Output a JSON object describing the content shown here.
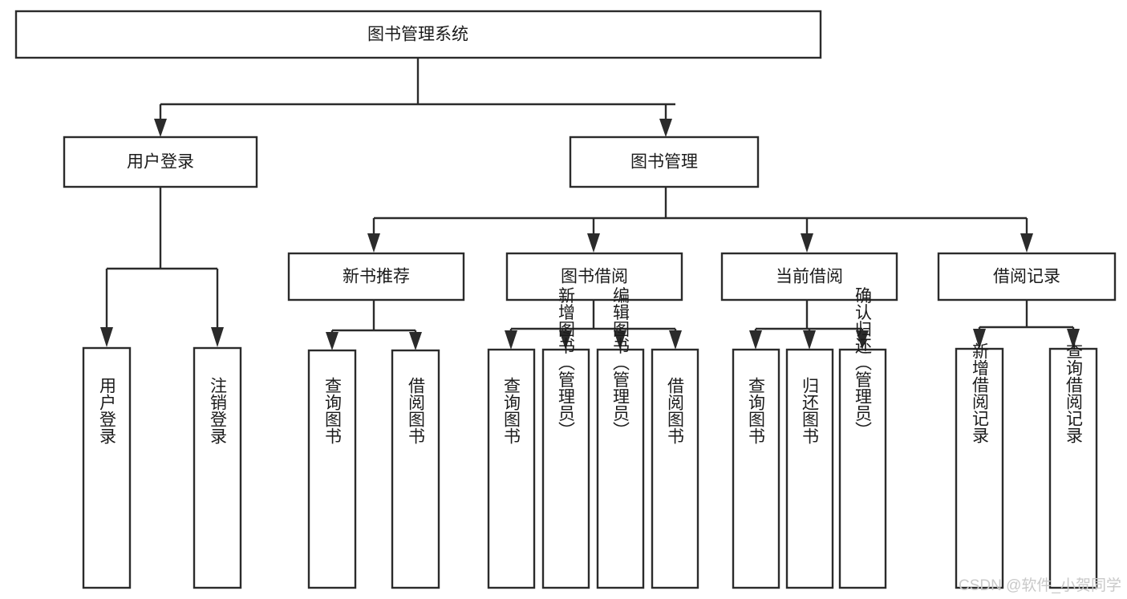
{
  "diagram": {
    "title": "图书管理系统",
    "type": "tree",
    "orientation": "top-down",
    "colors": {
      "background": "#ffffff",
      "box_fill": "#ffffff",
      "box_stroke": "#2b2b2b",
      "text": "#1b1b1b",
      "watermark": "#c9c9c9"
    },
    "root": {
      "label": "图书管理系统"
    },
    "level2": [
      {
        "label": "用户登录"
      },
      {
        "label": "图书管理"
      }
    ],
    "level3": [
      {
        "label": "新书推荐"
      },
      {
        "label": "图书借阅"
      },
      {
        "label": "当前借阅"
      },
      {
        "label": "借阅记录"
      }
    ],
    "leaves": {
      "user_login": [
        {
          "label": "用户登录"
        },
        {
          "label": "注销登录"
        }
      ],
      "new_book_recommend": [
        {
          "label": "查询图书"
        },
        {
          "label": "借阅图书"
        }
      ],
      "book_borrow": [
        {
          "label": "查询图书"
        },
        {
          "label": "新增图书（管理员）"
        },
        {
          "label": "编辑图书（管理员）"
        },
        {
          "label": "借阅图书"
        }
      ],
      "current_borrow": [
        {
          "label": "查询图书"
        },
        {
          "label": "归还图书"
        },
        {
          "label": "确认归还（管理员）"
        }
      ],
      "borrow_record": [
        {
          "label": "新增借阅记录"
        },
        {
          "label": "查询借阅记录"
        }
      ]
    },
    "watermark": "CSDN @软件_小贺同学"
  }
}
